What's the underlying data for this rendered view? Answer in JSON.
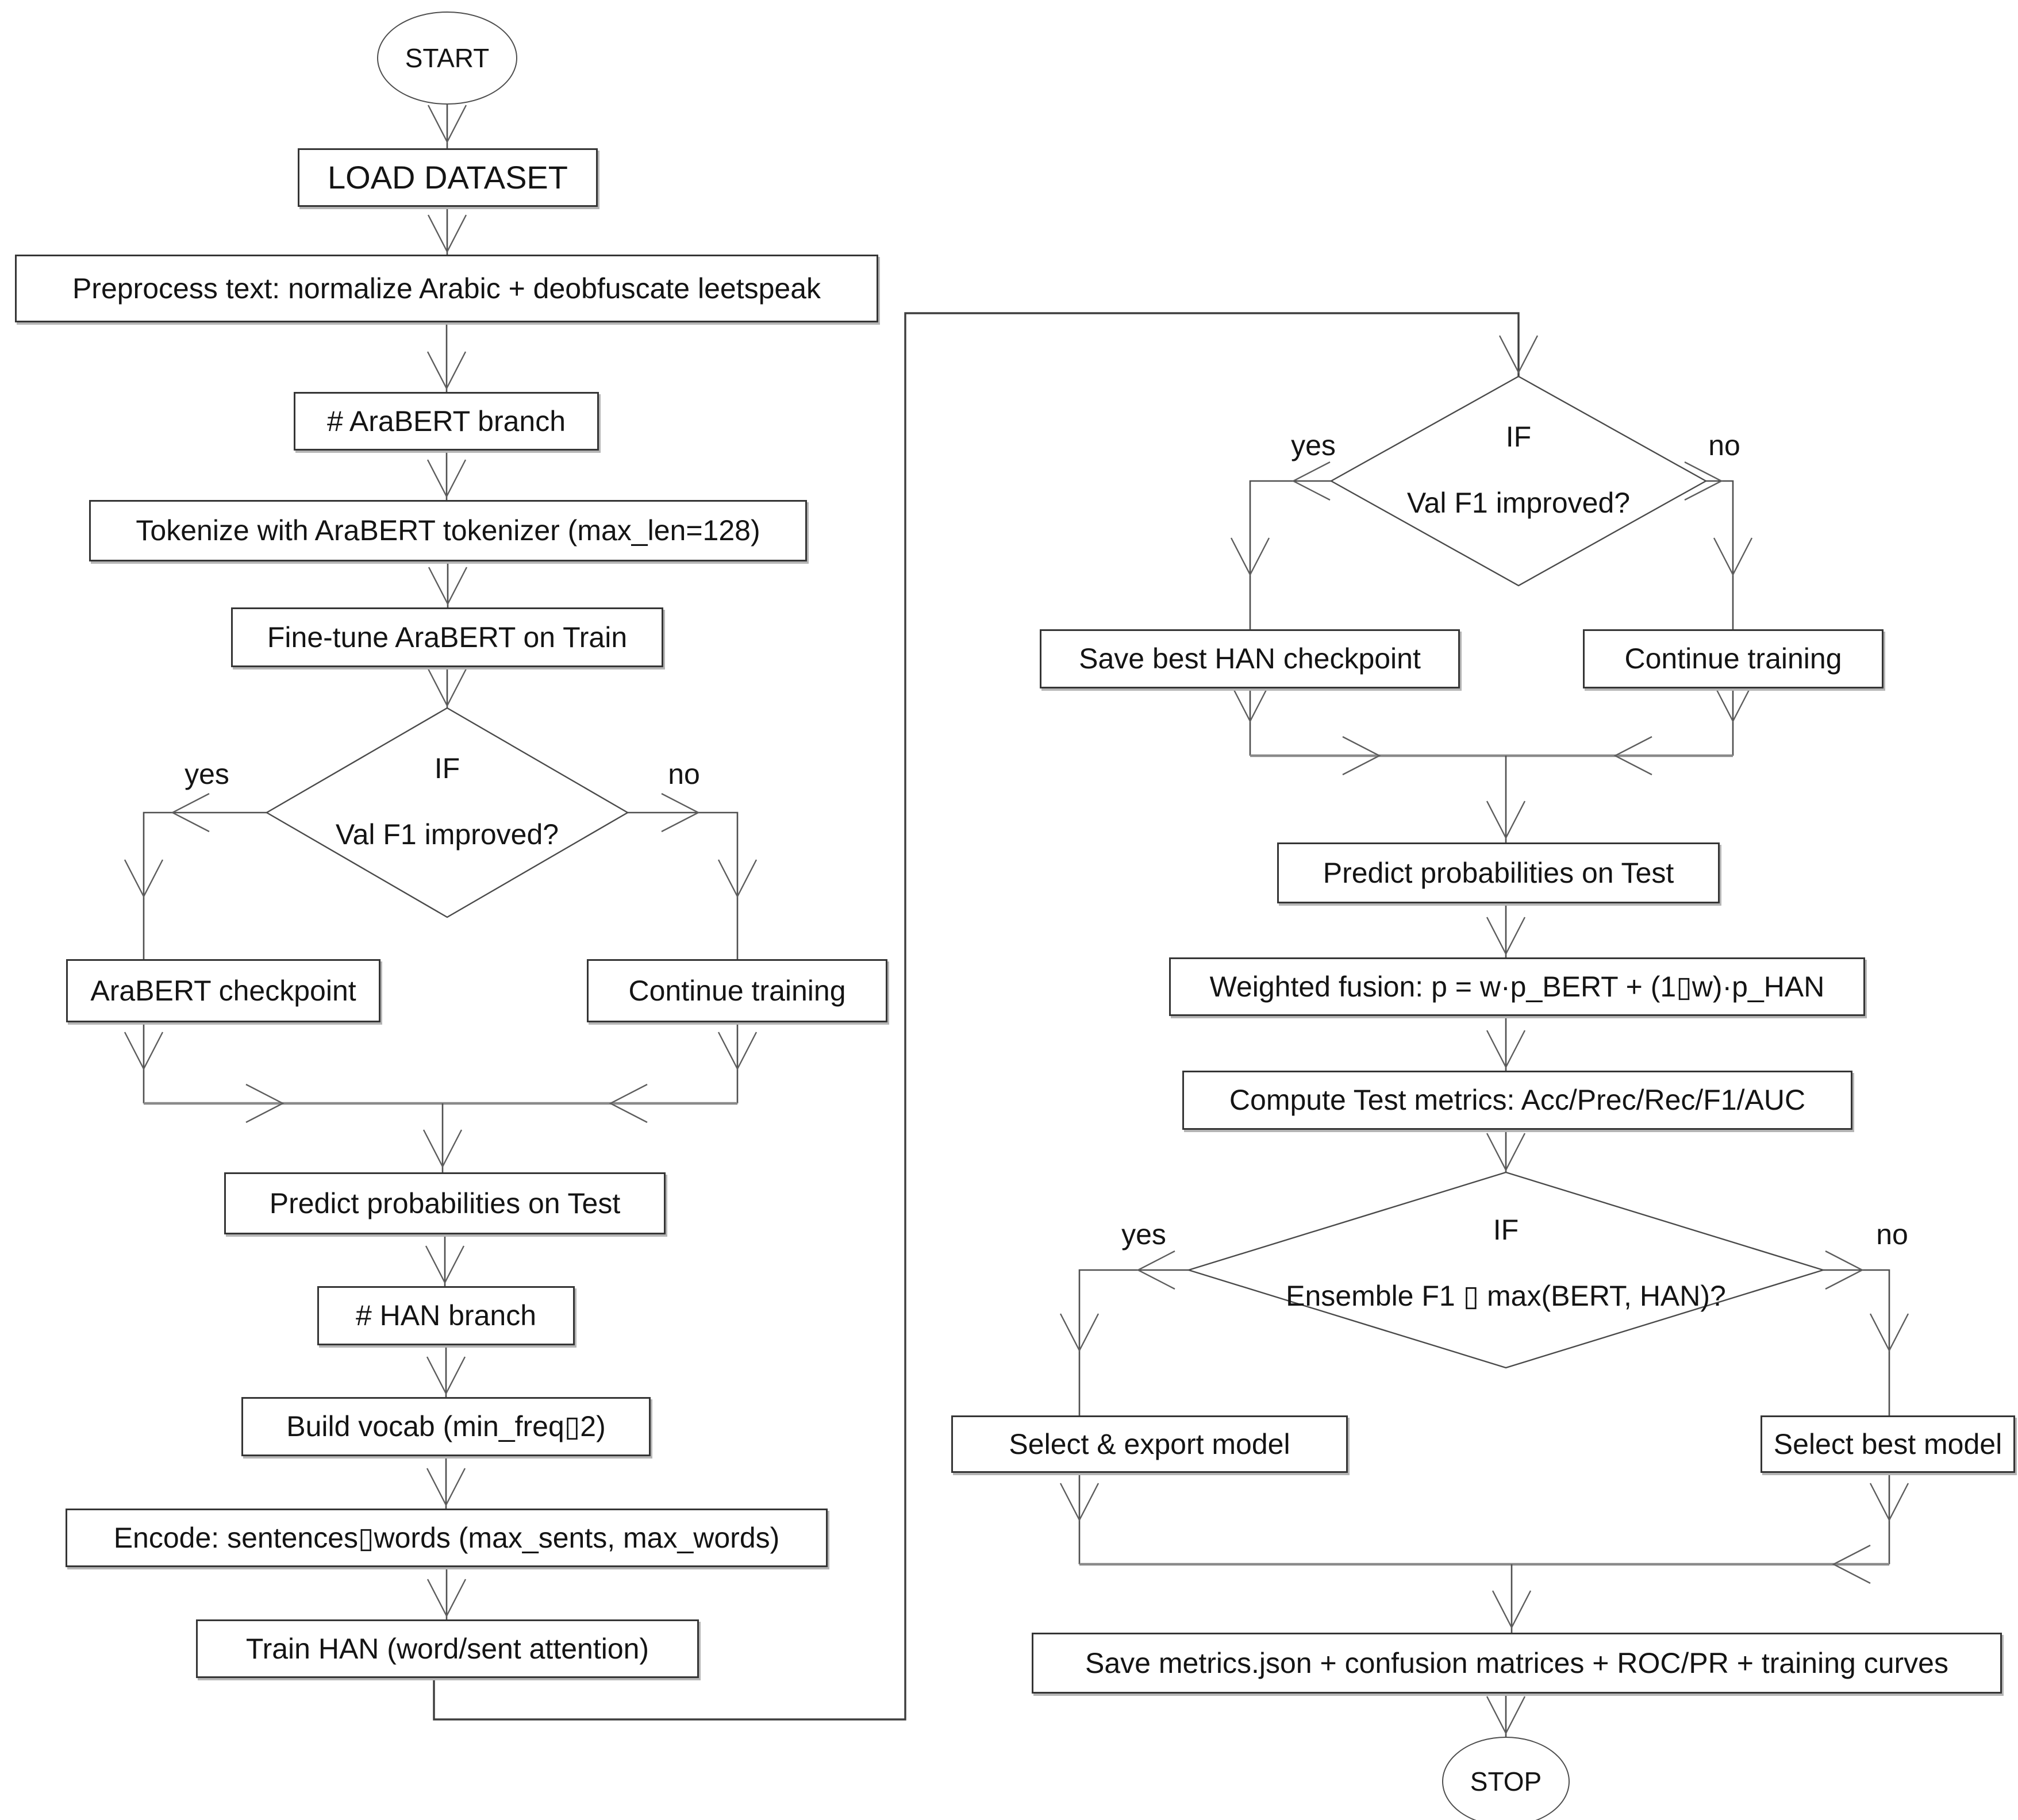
{
  "nodes": {
    "start": "START",
    "load_dataset": "LOAD DATASET",
    "preprocess": "Preprocess text: normalize Arabic + deobfuscate leetspeak",
    "arabert_branch": "# AraBERT branch",
    "tokenize": "Tokenize with AraBERT tokenizer (max_len=128)",
    "finetune": "Fine-tune AraBERT on Train",
    "arabert_checkpoint": "AraBERT checkpoint",
    "continue_training_bert": "Continue training",
    "predict_test_bert": "Predict probabilities on Test",
    "han_branch": "# HAN branch",
    "build_vocab": "Build vocab (min_freq▯2)",
    "encode": "Encode: sentences▯words (max_sents, max_words)",
    "train_han": "Train HAN (word/sent attention)",
    "save_han_checkpoint": "Save best HAN checkpoint",
    "continue_training_han": "Continue training",
    "predict_test_han": "Predict probabilities on Test",
    "weighted_fusion": "Weighted fusion: p = w·p_BERT + (1▯w)·p_HAN",
    "compute_metrics": "Compute Test metrics: Acc/Prec/Rec/F1/AUC",
    "select_export": "Select & export model",
    "select_best": "Select best model",
    "save_outputs": "Save metrics.json + confusion matrices + ROC/PR + training curves",
    "stop": "STOP"
  },
  "decisions": {
    "bert": {
      "line1": "IF",
      "line2": "Val F1 improved?"
    },
    "han": {
      "line1": "IF",
      "line2": "Val F1 improved?"
    },
    "ensemble": {
      "line1": "IF",
      "line2": "Ensemble F1 ▯ max(BERT, HAN)?"
    }
  },
  "edge_labels": {
    "bert_yes": "yes",
    "bert_no": "no",
    "han_yes": "yes",
    "han_no": "no",
    "ensemble_yes": "yes",
    "ensemble_no": "no"
  }
}
